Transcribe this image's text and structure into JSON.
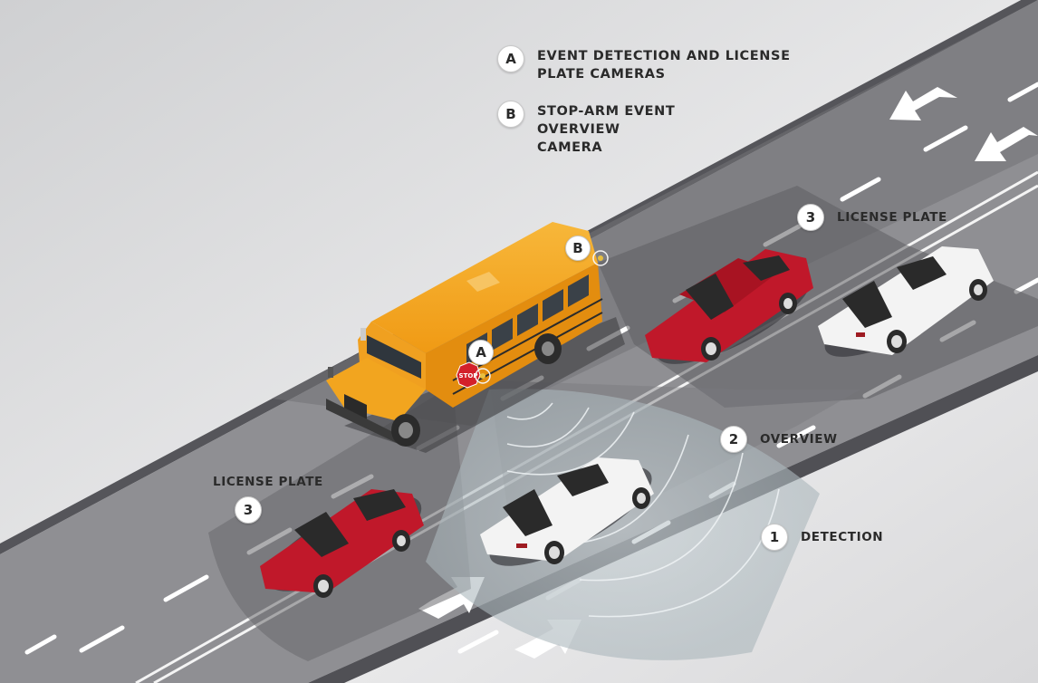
{
  "legend": {
    "items": [
      {
        "badge": "A",
        "lines": [
          "EVENT DETECTION AND LICENSE",
          "PLATE CAMERAS"
        ]
      },
      {
        "badge": "B",
        "lines": [
          "STOP-ARM EVENT",
          "OVERVIEW",
          "CAMERA"
        ]
      }
    ]
  },
  "bus_markers": {
    "A": "A",
    "B": "B",
    "stop_sign": "STOP"
  },
  "zones": [
    {
      "number": "3",
      "label": "LICENSE PLATE",
      "position": "rear-right"
    },
    {
      "number": "2",
      "label": "OVERVIEW",
      "position": "right"
    },
    {
      "number": "1",
      "label": "DETECTION",
      "position": "lower-right"
    },
    {
      "number": "3",
      "label": "LICENSE PLATE",
      "position": "front-left"
    }
  ],
  "colors": {
    "background_light": "#e8e8ea",
    "road": "#8e8e92",
    "road_far": "#6e6e72",
    "road_edge": "#4f4f53",
    "bus_yellow": "#f2a51f",
    "car_red": "#c0182a",
    "car_white": "#f2f2f2",
    "detection_zone": "#b8c3c8",
    "marker": "#ffffff"
  },
  "traffic_arrows": {
    "far_lane_direction": "left",
    "near_lane_direction": "right"
  }
}
